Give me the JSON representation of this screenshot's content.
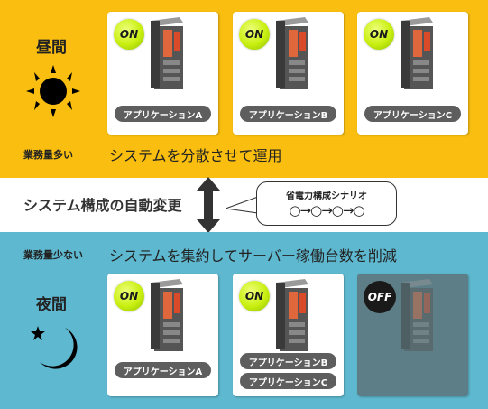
{
  "day": {
    "title": "昼間",
    "workload_note": "業務量多い",
    "description": "システムを分散させて運用",
    "servers": [
      {
        "status": "ON",
        "apps": [
          "アプリケーションA"
        ]
      },
      {
        "status": "ON",
        "apps": [
          "アプリケーションB"
        ]
      },
      {
        "status": "ON",
        "apps": [
          "アプリケーションC"
        ]
      }
    ]
  },
  "middle": {
    "title": "システム構成の自動変更",
    "scenario_label": "省電力構成シナリオ",
    "scenario_flow": "○→○→○→○"
  },
  "night": {
    "title": "夜間",
    "workload_note": "業務量少ない",
    "description": "システムを集約してサーバー稼働台数を削減",
    "servers": [
      {
        "status": "ON",
        "apps": [
          "アプリケーションA"
        ]
      },
      {
        "status": "ON",
        "apps": [
          "アプリケーションB",
          "アプリケーションC"
        ]
      },
      {
        "status": "OFF",
        "apps": []
      }
    ]
  },
  "colors": {
    "day_band": "#f9be10",
    "night_band": "#5eb8cf",
    "on_badge": "#c8ef10",
    "off_card": "#5d7e86"
  }
}
